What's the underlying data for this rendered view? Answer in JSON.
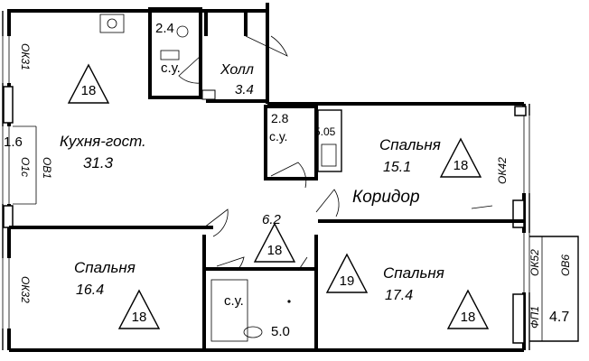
{
  "rooms": {
    "kitchen": {
      "name": "Кухня-гост.",
      "area": "31.3"
    },
    "wc_top": {
      "area": "2.4",
      "name": "с.у."
    },
    "hall": {
      "name": "Холл",
      "area": "3.4"
    },
    "wc_mid": {
      "area": "2.8",
      "name": "с.у."
    },
    "closet": {
      "area": "5.05"
    },
    "corridor": {
      "name": "Коридор",
      "area": "6.2"
    },
    "bedroom_left": {
      "name": "Спальня",
      "area": "16.4"
    },
    "bath": {
      "name": "с.у.",
      "area": "5.0"
    },
    "bedroom_mid": {
      "name": "Спальня",
      "area": "17.4"
    },
    "bedroom_right": {
      "name": "Спальня",
      "area": "15.1"
    },
    "loggia": {
      "area": "1.6"
    },
    "balcony": {
      "area": "4.7"
    }
  },
  "markers": {
    "kitchen": "18",
    "corridor": "18",
    "bedroom_mid_a": "19",
    "bedroom_mid_b": "18",
    "bedroom_left": "18",
    "bedroom_right": "18"
  },
  "openings": {
    "ok31": "ОК31",
    "ob1": "ОВ1",
    "o1c": "О1с",
    "ok32": "ОК32",
    "ok42": "ОК42",
    "ok52": "ОК52",
    "ob6": "ОВ6",
    "fp1": "ФП1"
  }
}
